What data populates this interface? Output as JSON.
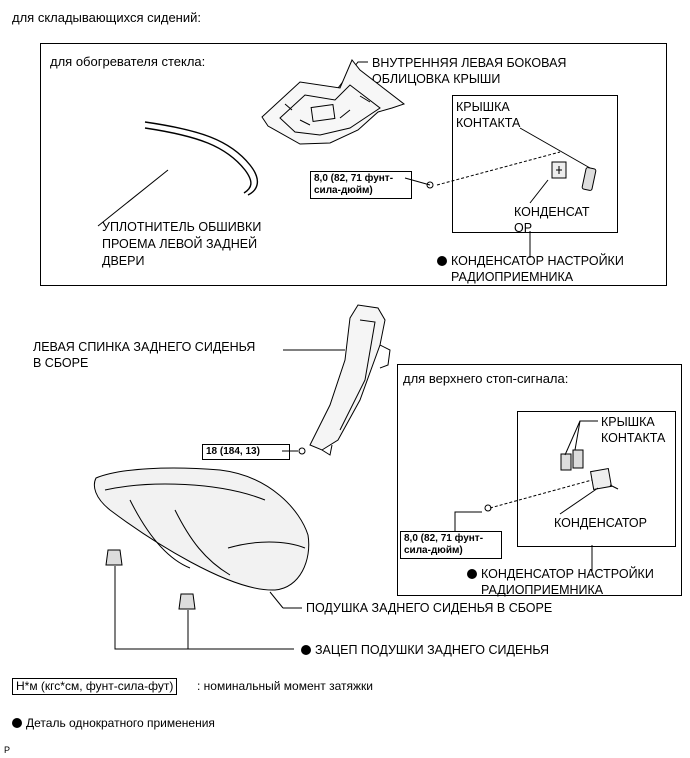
{
  "header": "для складывающихся сидений:",
  "glass_heater": {
    "title": "для обогревателя стекла:",
    "roof_trim": [
      "ВНУТРЕННЯЯ ЛЕВАЯ БОКОВАЯ",
      "ОБЛИЦОВКА КРЫШИ"
    ],
    "contact_cover": [
      "КРЫШКА",
      "КОНТАКТА"
    ],
    "torque": [
      "8,0 (82, 71 фунт-",
      "сила-дюйм)"
    ],
    "condenser": [
      "КОНДЕНСАТ",
      "ОР"
    ],
    "weatherstrip": [
      "УПЛОТНИТЕЛЬ ОБШИВКИ",
      "ПРОЕМА ЛЕВОЙ ЗАДНЕЙ",
      "ДВЕРИ"
    ],
    "radio_condenser": [
      "КОНДЕНСАТОР НАСТРОЙКИ",
      "РАДИОПРИЕМНИКА"
    ]
  },
  "seatback": [
    "ЛЕВАЯ СПИНКА ЗАДНЕГО СИДЕНЬЯ",
    "В СБОРЕ"
  ],
  "seatback_torque": "18 (184, 13)",
  "brake_light": {
    "title": "для верхнего стоп-сигнала:",
    "contact_cover": [
      "КРЫШКА",
      "КОНТАКТА"
    ],
    "condenser": "КОНДЕНСАТОР",
    "torque": [
      "8,0 (82, 71 фунт-",
      "сила-дюйм)"
    ],
    "radio_condenser": [
      "КОНДЕНСАТОР НАСТРОЙКИ",
      "РАДИОПРИЕМНИКА"
    ]
  },
  "cushion": "ПОДУШКА ЗАДНЕГО СИДЕНЬЯ В СБОРЕ",
  "cushion_hook": "ЗАЦЕП ПОДУШКИ ЗАДНЕГО СИДЕНЬЯ",
  "legend": {
    "unit_box": "Н*м (кгс*см, фунт-сила-фут)",
    "unit_desc": ": номинальный момент затяжки",
    "single_use": "Деталь однократного применения"
  },
  "corner_mark": "P"
}
